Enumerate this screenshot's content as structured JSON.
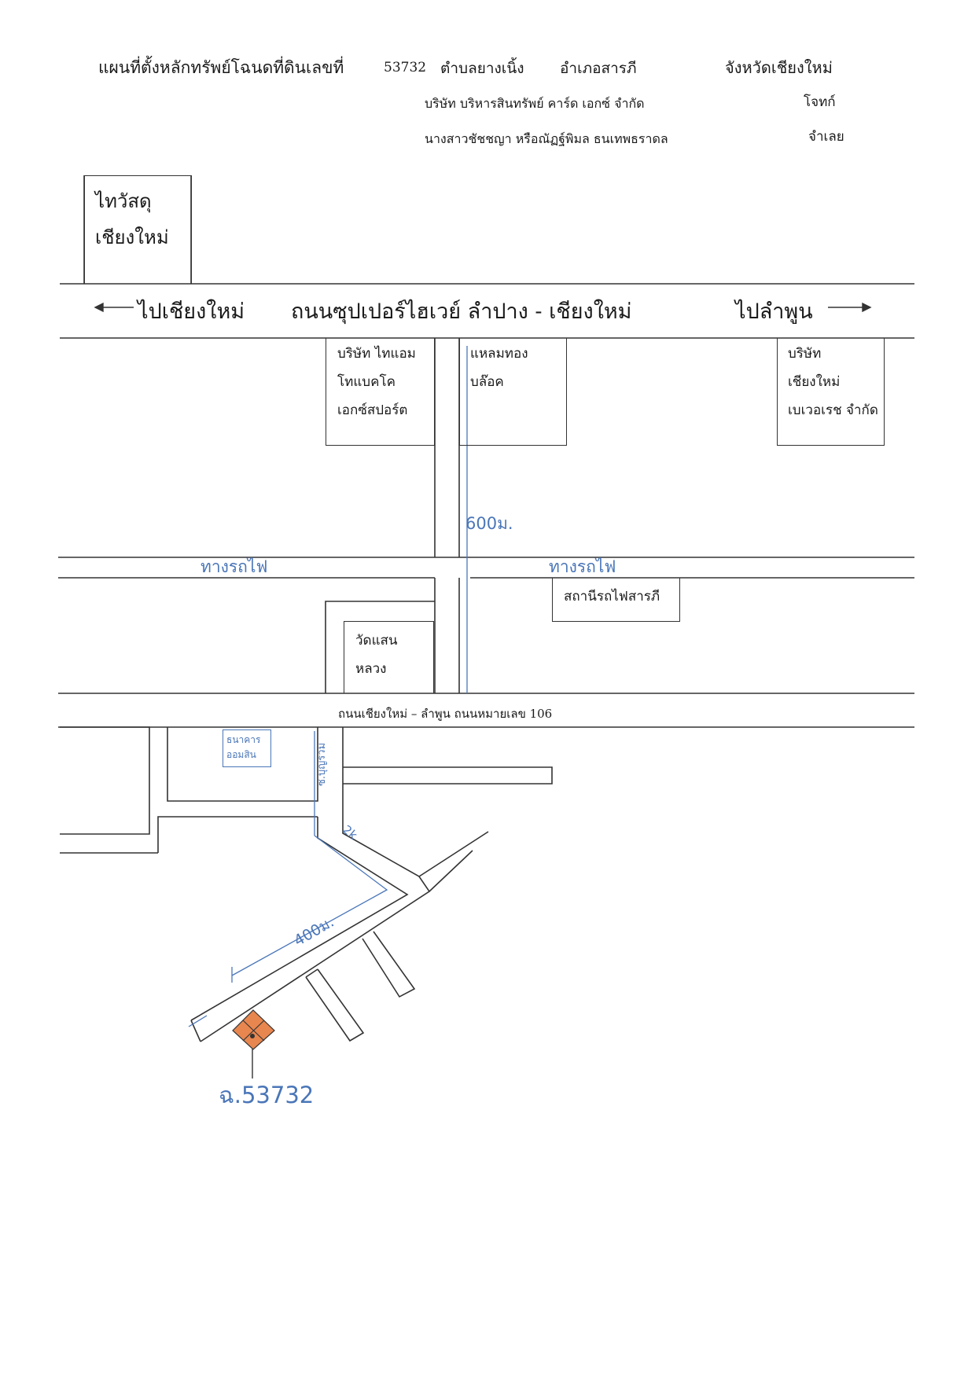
{
  "header": {
    "line1": {
      "title": "แผนที่ตั้งหลักทรัพย์โฉนดที่ดินเลขที่",
      "deed_number": "53732",
      "subdistrict": "ตำบลยางเนิ้ง",
      "district": "อำเภอสารภี",
      "province": "จังหวัดเชียงใหม่"
    },
    "plaintiff": {
      "name": "บริษัท บริหารสินทรัพย์ คาร์ด เอกซ์ จำกัด",
      "role": "โจทก์"
    },
    "defendant": {
      "name": "นางสาวชัชชญา หรือณัฏฐ์พิมล ธนเทพธราดล",
      "role": "จำเลย"
    }
  },
  "landmarks": {
    "post_office": [
      "ไทวัสดุ",
      "เชียงใหม่"
    ],
    "thai_ham": [
      "บริษัท ไทแอม",
      "โทแบคโค",
      "เอกซ์สปอร์ต"
    ],
    "laemthong": [
      "แหลมทอง",
      "บล๊อค"
    ],
    "chiangmai_beverage": [
      "บริษัท",
      "เชียงใหม่",
      "เบเวอเรช จำกัด"
    ],
    "station": "สถานีรถไฟสารภี",
    "wat": [
      "วัดแสน",
      "หลวง"
    ]
  },
  "roads": {
    "superhighway": "ถนนซุปเปอร์ไฮเวย์ ลำปาง - เชียงใหม่",
    "to_chiangmai": "ไปเชียงใหม่",
    "to_lamphun": "ไปลำพูน",
    "cm_lamphun": "ถนนเชียงใหม่ – ลำพูน   ถนนหมายเลข 106",
    "railway_left": "ทางรถไฟ",
    "railway_right": "ทางรถไฟ",
    "arrow_left": "←",
    "arrow_right": "⟶"
  },
  "handwritten": {
    "distance_600": "600ม.",
    "distance_400": "400ม.",
    "bank": [
      "ธนาคาร",
      "ออมสิน"
    ],
    "soi_vertical": "ซ.บุญรวม",
    "distance_2k": "2k",
    "parcel_label": "ฉ.53732"
  },
  "colors": {
    "ink": "#333333",
    "pen_blue": "#4a76b8",
    "marker_orange": "#e8864f"
  }
}
